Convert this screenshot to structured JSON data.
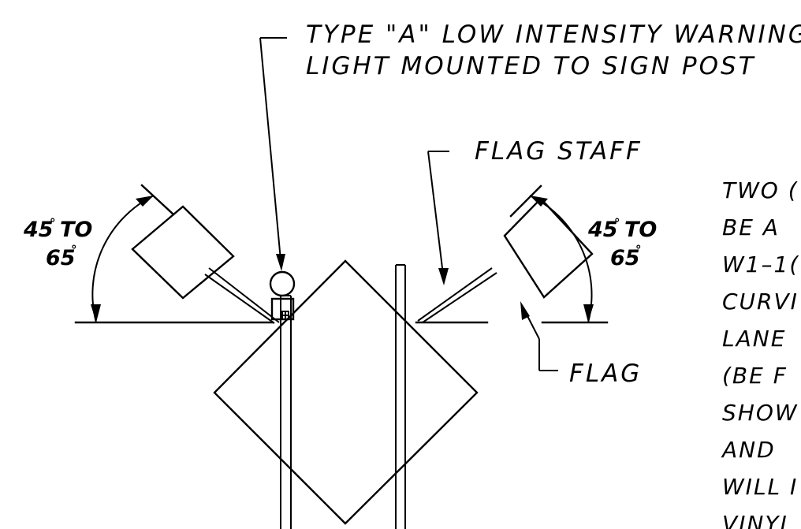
{
  "callouts": {
    "light_line1": "TYPE \"A\" LOW INTENSITY WARNING",
    "light_line2": "LIGHT MOUNTED TO SIGN POST",
    "flag_staff": "FLAG STAFF",
    "flag": "FLAG"
  },
  "angles": {
    "left": {
      "line1": "45",
      "line2": "TO",
      "line3": "65",
      "degree_symbol": "°"
    },
    "right": {
      "line1": "45",
      "line2": "TO",
      "line3": "65",
      "degree_symbol": "°"
    }
  },
  "note_lines": [
    "TWO (",
    "BE A",
    "W1–1(",
    "CURVI",
    "LANE",
    "(BE F",
    "SHOW",
    "AND",
    "WILL I",
    "VINYL"
  ]
}
